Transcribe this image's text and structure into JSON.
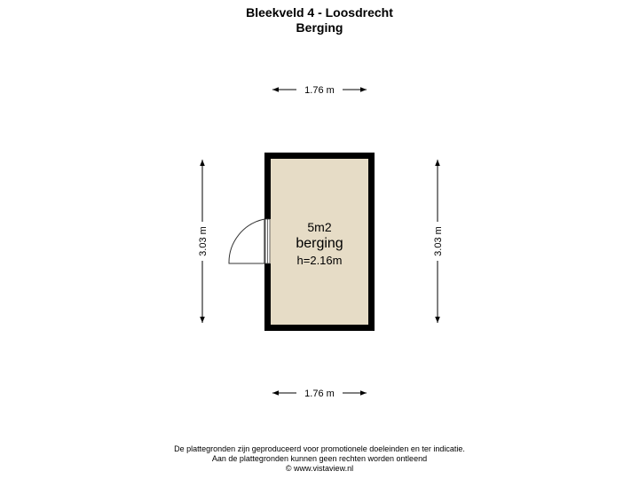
{
  "header": {
    "title": "Bleekveld 4 - Loosdrecht",
    "subtitle": "Berging"
  },
  "room": {
    "area": "5m2",
    "name": "berging",
    "height": "h=2.16m",
    "fill_color": "#e6dcc6",
    "wall_color": "#000000"
  },
  "dimensions": {
    "top_width": "1.76 m",
    "bottom_width": "1.76 m",
    "left_depth": "3.03 m",
    "right_depth": "3.03 m"
  },
  "footer": {
    "line1": "De plattegronden zijn geproduceerd voor promotionele doeleinden en ter indicatie.",
    "line2": "Aan de plattegronden kunnen geen rechten worden ontleend",
    "line3": "© www.vistaview.nl"
  }
}
